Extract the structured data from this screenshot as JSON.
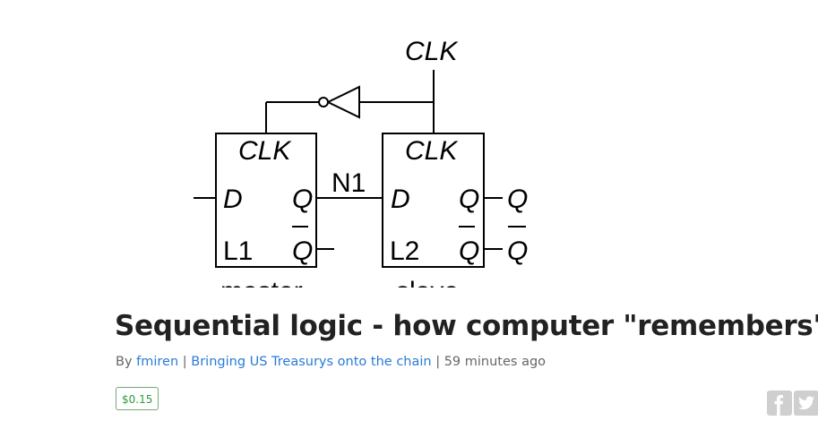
{
  "hero": {
    "clk_top": "CLK",
    "clk_latch1": "CLK",
    "clk_latch2": "CLK",
    "d1": "D",
    "q1": "Q",
    "qbar1": "Q",
    "l1": "L1",
    "n1": "N1",
    "d2": "D",
    "q2": "Q",
    "qbar2": "Q",
    "l2": "L2",
    "out_q": "Q",
    "out_qbar": "Q",
    "caption_left": "master",
    "caption_right": "slave"
  },
  "post": {
    "title": "Sequential logic - how computer \"remembers\"",
    "by_prefix": "By",
    "author": "fmiren",
    "sep1": "|",
    "community": "Bringing US Treasurys onto the chain",
    "sep2": "|",
    "time": "59 minutes ago",
    "payout": "$0.15"
  },
  "share": {
    "facebook_icon": "facebook-icon",
    "twitter_icon": "twitter-icon"
  },
  "colors": {
    "title": "#222222",
    "link": "#2a7bd6",
    "muted": "#666666",
    "payout": "#2e9b3a",
    "share_bg": "#cfcfcf"
  }
}
